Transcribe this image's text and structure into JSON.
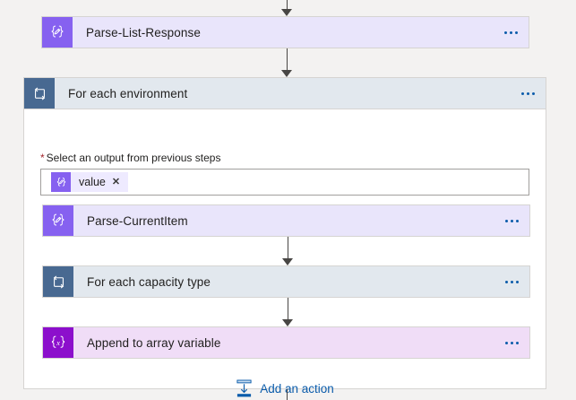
{
  "flow": {
    "top_action": {
      "title": "Parse-List-Response",
      "icon": "parse-json-icon",
      "type": "parse",
      "menu": "more-commands"
    },
    "foreach_environment": {
      "title": "For each environment",
      "icon": "foreach-loop-icon",
      "type": "loop",
      "menu": "more-commands",
      "field": {
        "label": "Select an output from previous steps",
        "required_marker": "*",
        "token": {
          "text": "value",
          "icon": "parse-json-icon",
          "remove": "✕"
        }
      },
      "children": [
        {
          "title": "Parse-CurrentItem",
          "icon": "parse-json-icon",
          "type": "parse",
          "menu": "more-commands"
        },
        {
          "title": "For each capacity type",
          "icon": "foreach-loop-icon",
          "type": "loop",
          "menu": "more-commands"
        },
        {
          "title": "Append to array variable",
          "icon": "variable-icon",
          "type": "variable",
          "menu": "more-commands"
        }
      ],
      "add_action": {
        "label": "Add an action",
        "icon": "insert-action-icon"
      }
    }
  },
  "colors": {
    "canvas_background": "#f3f2f1",
    "parse_card_body": "#e9e5fb",
    "parse_card_icon": "#8661f0",
    "loop_card_body": "#e2e8ee",
    "loop_card_icon": "#486991",
    "variable_card_body": "#f0ddf7",
    "variable_card_icon": "#8c0fcc",
    "link_blue": "#0b5cab",
    "required_red": "#a4262c",
    "connector_gray": "#484644",
    "card_border": "#d6d4d2"
  }
}
